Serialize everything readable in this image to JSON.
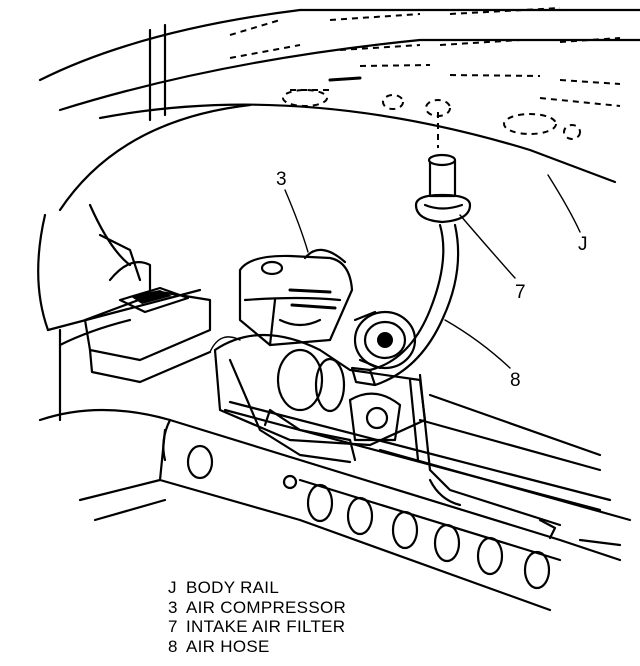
{
  "callouts": [
    {
      "id": "3",
      "label": "3"
    },
    {
      "id": "J",
      "label": "J"
    },
    {
      "id": "7",
      "label": "7"
    },
    {
      "id": "8",
      "label": "8"
    }
  ],
  "legend": [
    {
      "key": "J",
      "text": "BODY RAIL"
    },
    {
      "key": "3",
      "text": "AIR COMPRESSOR"
    },
    {
      "key": "7",
      "text": "INTAKE AIR FILTER"
    },
    {
      "key": "8",
      "text": "AIR HOSE"
    }
  ]
}
